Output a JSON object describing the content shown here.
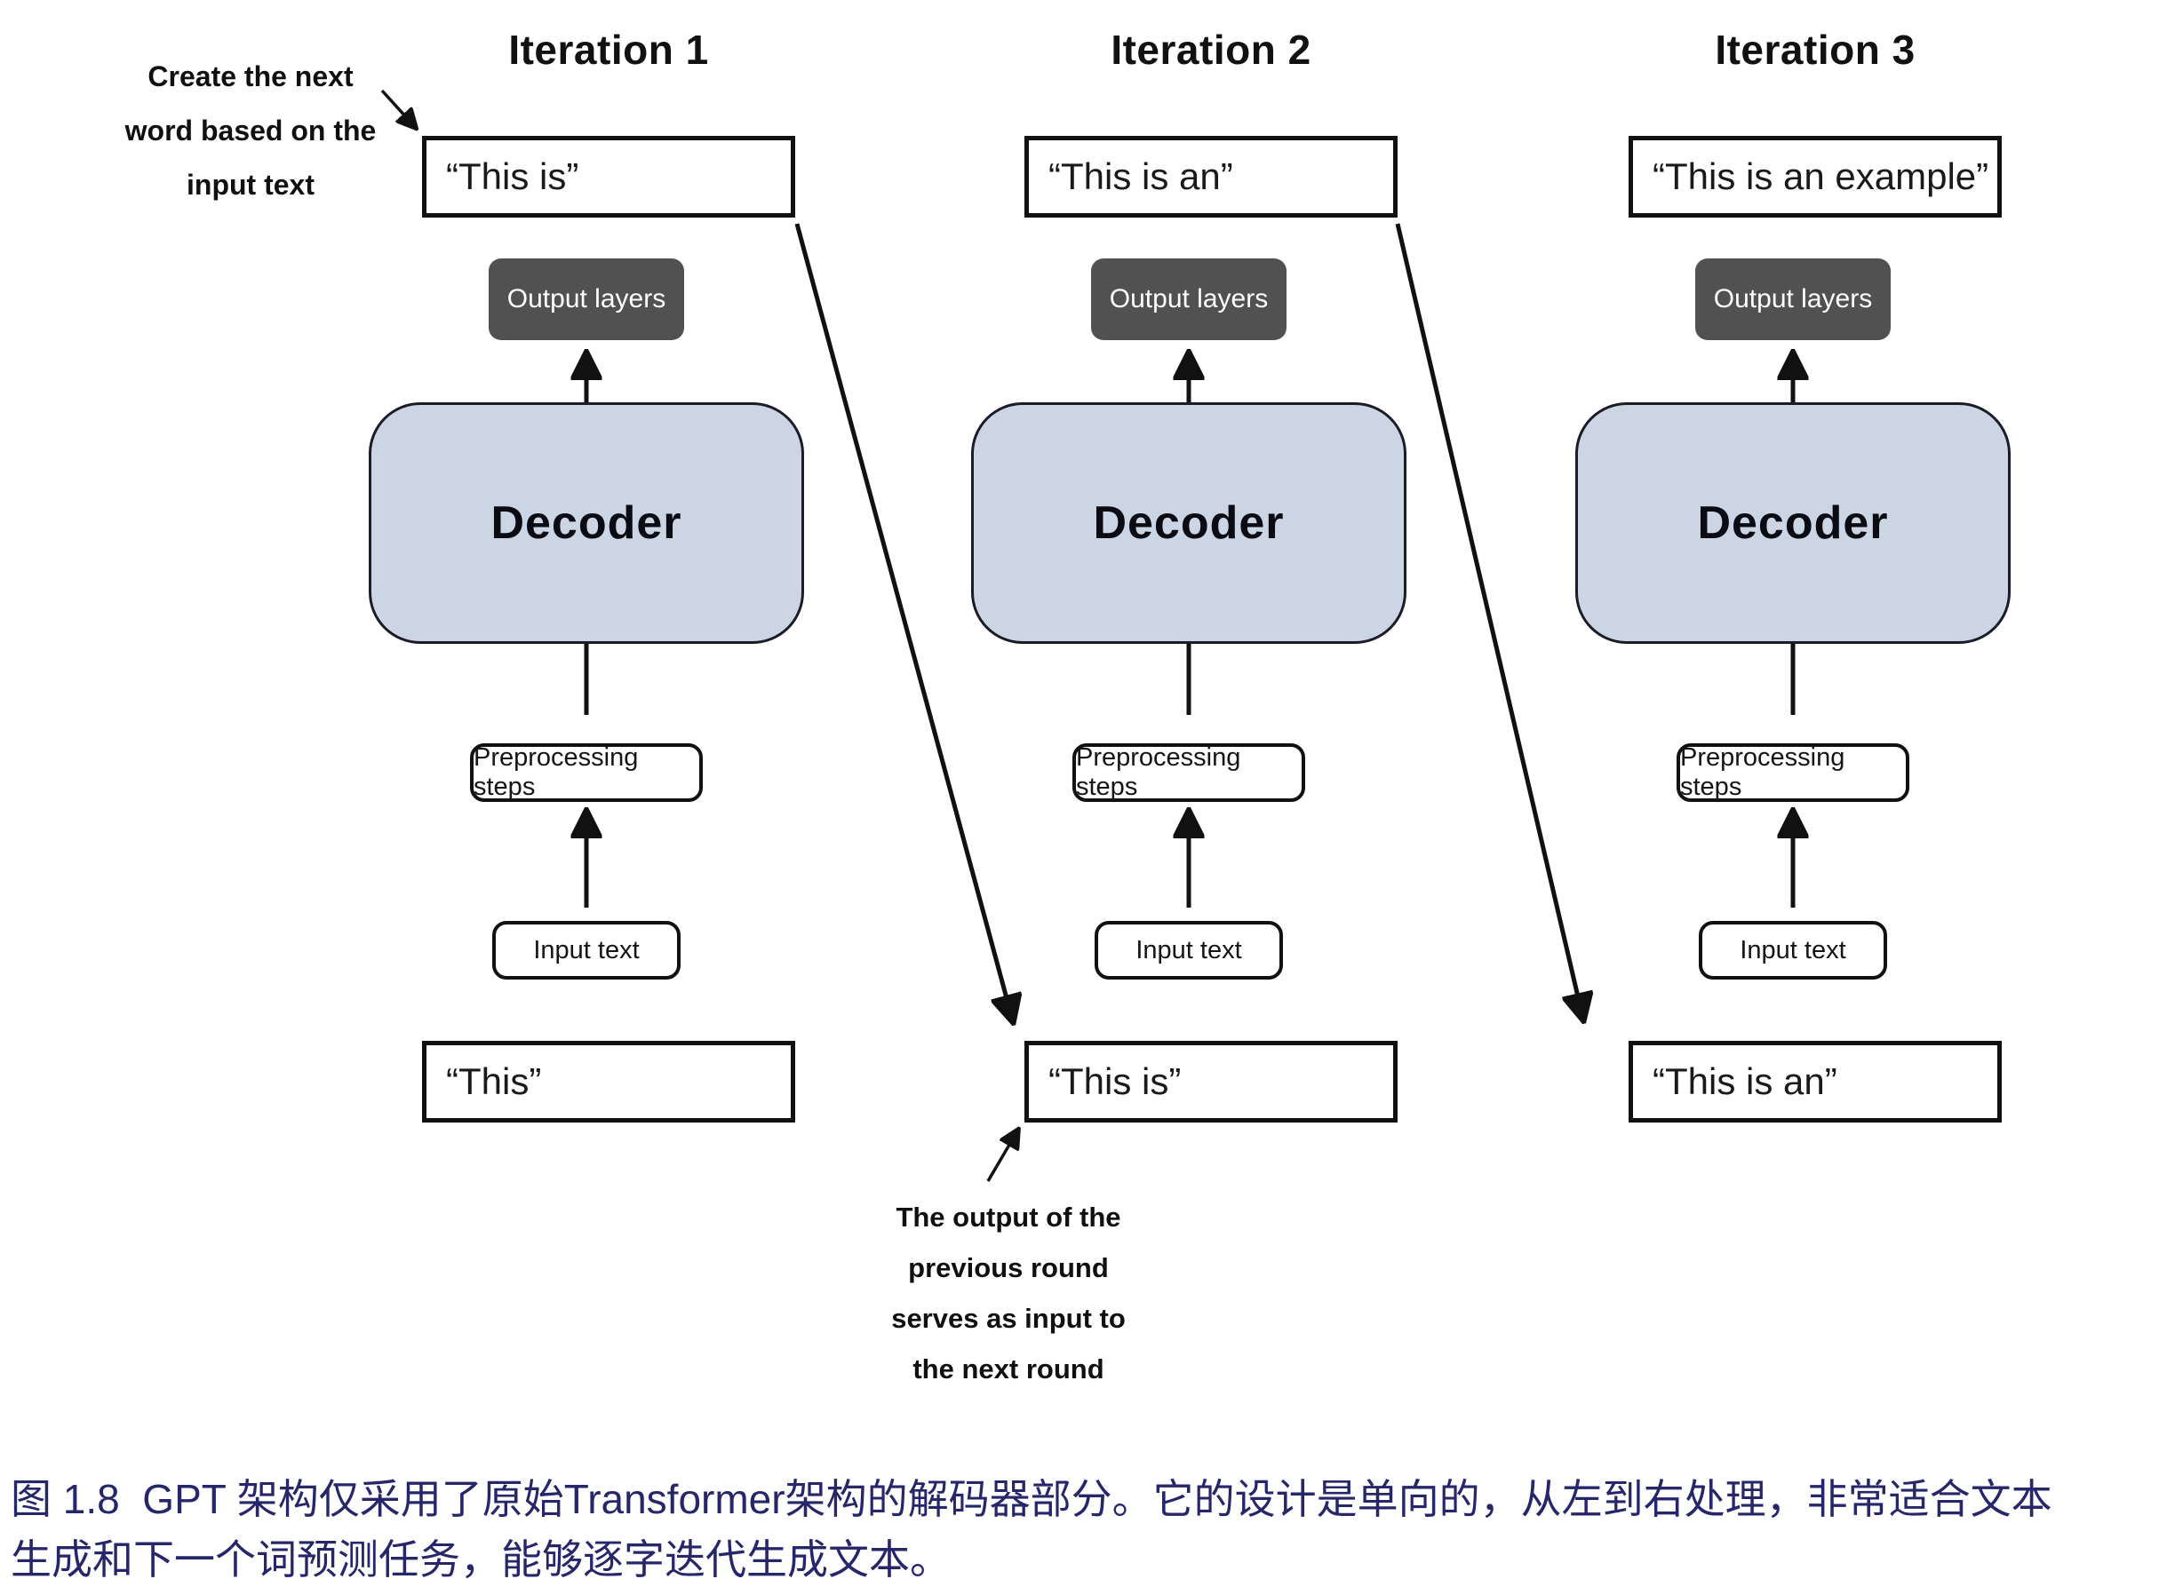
{
  "figure": {
    "caption_line1": "图 1.8  GPT 架构仅采用了原始Transformer架构的解码器部分。它的设计是单向的，从左到右处理，非常适合文本",
    "caption_line2": "生成和下一个词预测任务，能够逐字迭代生成文本。"
  },
  "annotations": {
    "top_left": "Create the next\nword based on the\ninput text",
    "bottom": "The output of the\nprevious round\nserves as input to\nthe next round"
  },
  "iterations": [
    {
      "title": "Iteration 1",
      "output_text": "“This is”",
      "output_layers_label": "Output layers",
      "decoder_label": "Decoder",
      "preprocessing_label": "Preprocessing steps",
      "input_label": "Input text",
      "input_text": "“This”"
    },
    {
      "title": "Iteration 2",
      "output_text": "“This is an”",
      "output_layers_label": "Output layers",
      "decoder_label": "Decoder",
      "preprocessing_label": "Preprocessing steps",
      "input_label": "Input text",
      "input_text": "“This is”"
    },
    {
      "title": "Iteration 3",
      "output_text": "“This is an example”",
      "output_layers_label": "Output layers",
      "decoder_label": "Decoder",
      "preprocessing_label": "Preprocessing steps",
      "input_label": "Input text",
      "input_text": "“This is an”"
    }
  ],
  "colors": {
    "background": "#ffffff",
    "decoder_fill": "#ccd5e3",
    "decoder_border": "#1c1c28",
    "output_layers_fill": "#515151",
    "output_layers_text": "#ffffff",
    "box_border": "#111111",
    "arrow": "#111111",
    "caption_text": "#26266a",
    "diagram_text": "#111111"
  }
}
